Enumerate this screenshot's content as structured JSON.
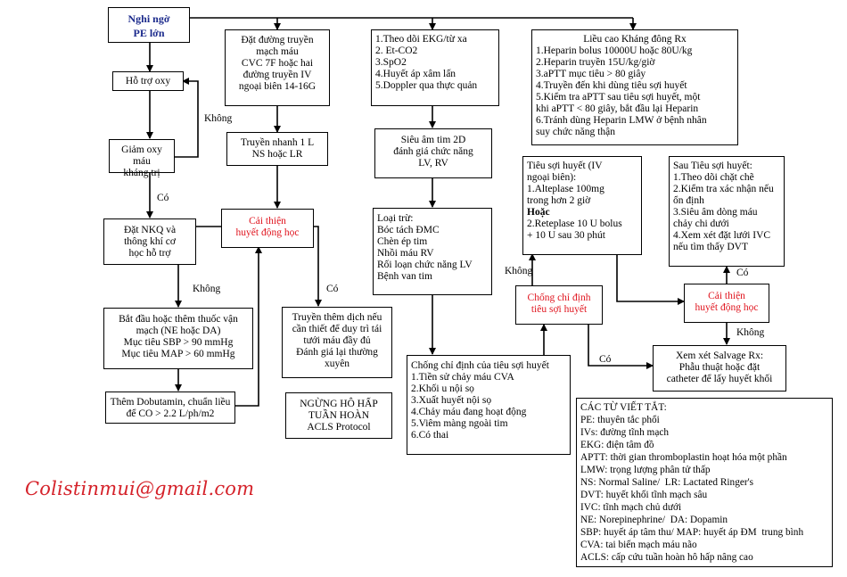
{
  "nodes": {
    "start": [
      "Nghi ngờ",
      "PE lớn"
    ],
    "oxygen": [
      "Hỗ trợ oxy"
    ],
    "hypoxia": [
      "Giảm oxy máu",
      "kháng trị"
    ],
    "intubation": [
      "Đặt NKQ và",
      "thông khí cơ",
      "học hỗ trợ"
    ],
    "access": [
      "Đặt đường truyền",
      "mạch máu",
      "CVC 7F hoặc hai",
      "đường truyền IV",
      "ngoại biên 14-16G"
    ],
    "fluids": [
      "Truyền nhanh 1 L",
      "NS hoặc LR"
    ],
    "improve1": [
      "Cải thiện",
      "huyết động học"
    ],
    "vasopressor": [
      "Bắt đầu hoặc thêm thuốc vận",
      "mạch (NE hoặc DA)",
      "Mục tiêu SBP > 90 mmHg",
      "Mục tiêu MAP > 60 mmHg"
    ],
    "dobutamine": [
      "Thêm Dobutamin, chuẩn liều",
      "để CO > 2.2 L/ph/m2"
    ],
    "fluids_more": [
      "Truyền thêm dịch nếu",
      "cần thiết để duy trì tái",
      "tưới máu đầy đủ",
      "Đánh giá lại thường",
      "xuyên"
    ],
    "acls": [
      "NGỪNG HÔ HẤP",
      "TUẦN HOÀN",
      "ACLS Protocol"
    ],
    "monitor": [
      "1.Theo dõi EKG/từ xa",
      "2. Et-CO2",
      "3.SpO2",
      "4.Huyết áp xâm lấn",
      "5.Doppler qua thực quản"
    ],
    "echo": [
      "Siêu âm tim 2D",
      "đánh giá chức năng",
      "LV, RV"
    ],
    "rule_out": [
      "Loại trừ:",
      "Bóc tách ĐMC",
      "Chèn ép tim",
      "Nhồi máu RV",
      "Rối loạn chức năng LV",
      "Bệnh van tim"
    ],
    "contra": [
      "Chống chỉ định của tiêu sợi huyết",
      "1.Tiền sử chảy máu CVA",
      "2.Khối u nội sọ",
      "3.Xuất huyết nội sọ",
      "4.Chảy máu đang hoạt động",
      "5.Viêm màng ngoài tim",
      "6.Có thai"
    ],
    "heparin": [
      "Liều cao Kháng đông Rx",
      "1.Heparin bolus 10000U hoặc 80U/kg",
      "2.Heparin truyền 15U/kg/giờ",
      "3.aPTT mục tiêu > 80 giây",
      "4.Truyền đến khi dùng tiêu sợi huyết",
      "5.Kiểm tra aPTT sau tiêu sợi huyết, một",
      "khi aPTT < 80 giây, bắt đầu lại Heparin",
      "6.Tránh dùng Heparin LMW ở bệnh nhân",
      "suy chức năng thận"
    ],
    "thrombolysis": [
      "Tiêu sợi huyết (IV",
      "ngoại biên):",
      "1.Alteplase 100mg",
      "trong hơn 2 giờ",
      "Hoặc",
      "2.Reteplase 10 U bolus",
      "+ 10 U sau 30 phút"
    ],
    "after_lysis": [
      "Sau Tiêu sợi huyết:",
      "1.Theo dõi chặt chẽ",
      "2.Kiểm tra xác nhận nếu",
      "ổn định",
      "3.Siêu âm dòng máu",
      "chảy chi dưới",
      "4.Xem xét đặt lưới IVC",
      "nếu tìm thấy DVT"
    ],
    "contra_lysis": [
      "Chống chỉ định",
      "tiêu sợi huyết"
    ],
    "improve2": [
      "Cải thiện",
      "huyết động học"
    ],
    "salvage": [
      "Xem xét Salvage Rx:",
      "Phẫu thuật hoặc đặt",
      "catheter để lấy huyết khối"
    ],
    "abbrev": [
      "CÁC TỪ VIẾT TẮT:",
      "PE: thuyên tắc phổi",
      "IVs: đường tĩnh mạch",
      "EKG: điện tâm đồ",
      "APTT: thời gian thromboplastin hoạt hóa một phần",
      "LMW: trọng lượng phân tử thấp",
      "NS: Normal Saline/  LR: Lactated Ringer's",
      "DVT: huyết khối tĩnh mạch sâu",
      "IVC: tĩnh mạch chủ dưới",
      "NE: Norepinephrine/  DA: Dopamin",
      "SBP: huyết áp tâm thu/ MAP: huyết áp ĐM  trung bình",
      "CVA: tai biến mạch máu não",
      "ACLS: cấp cứu tuần hoàn hô hấp nâng cao"
    ]
  },
  "labels": {
    "khong_oxy": "Không",
    "co_intub": "Có",
    "khong_vaso": "Không",
    "co_fluids": "Có",
    "khong_contra": "Không",
    "co_after": "Có",
    "khong_salvage": "Không",
    "co_salvage": "Có"
  },
  "email": "Colistinmui@gmail.com",
  "colors": {
    "red": "#e0141e",
    "blue": "#1b2a8c",
    "email": "#d5222a"
  }
}
